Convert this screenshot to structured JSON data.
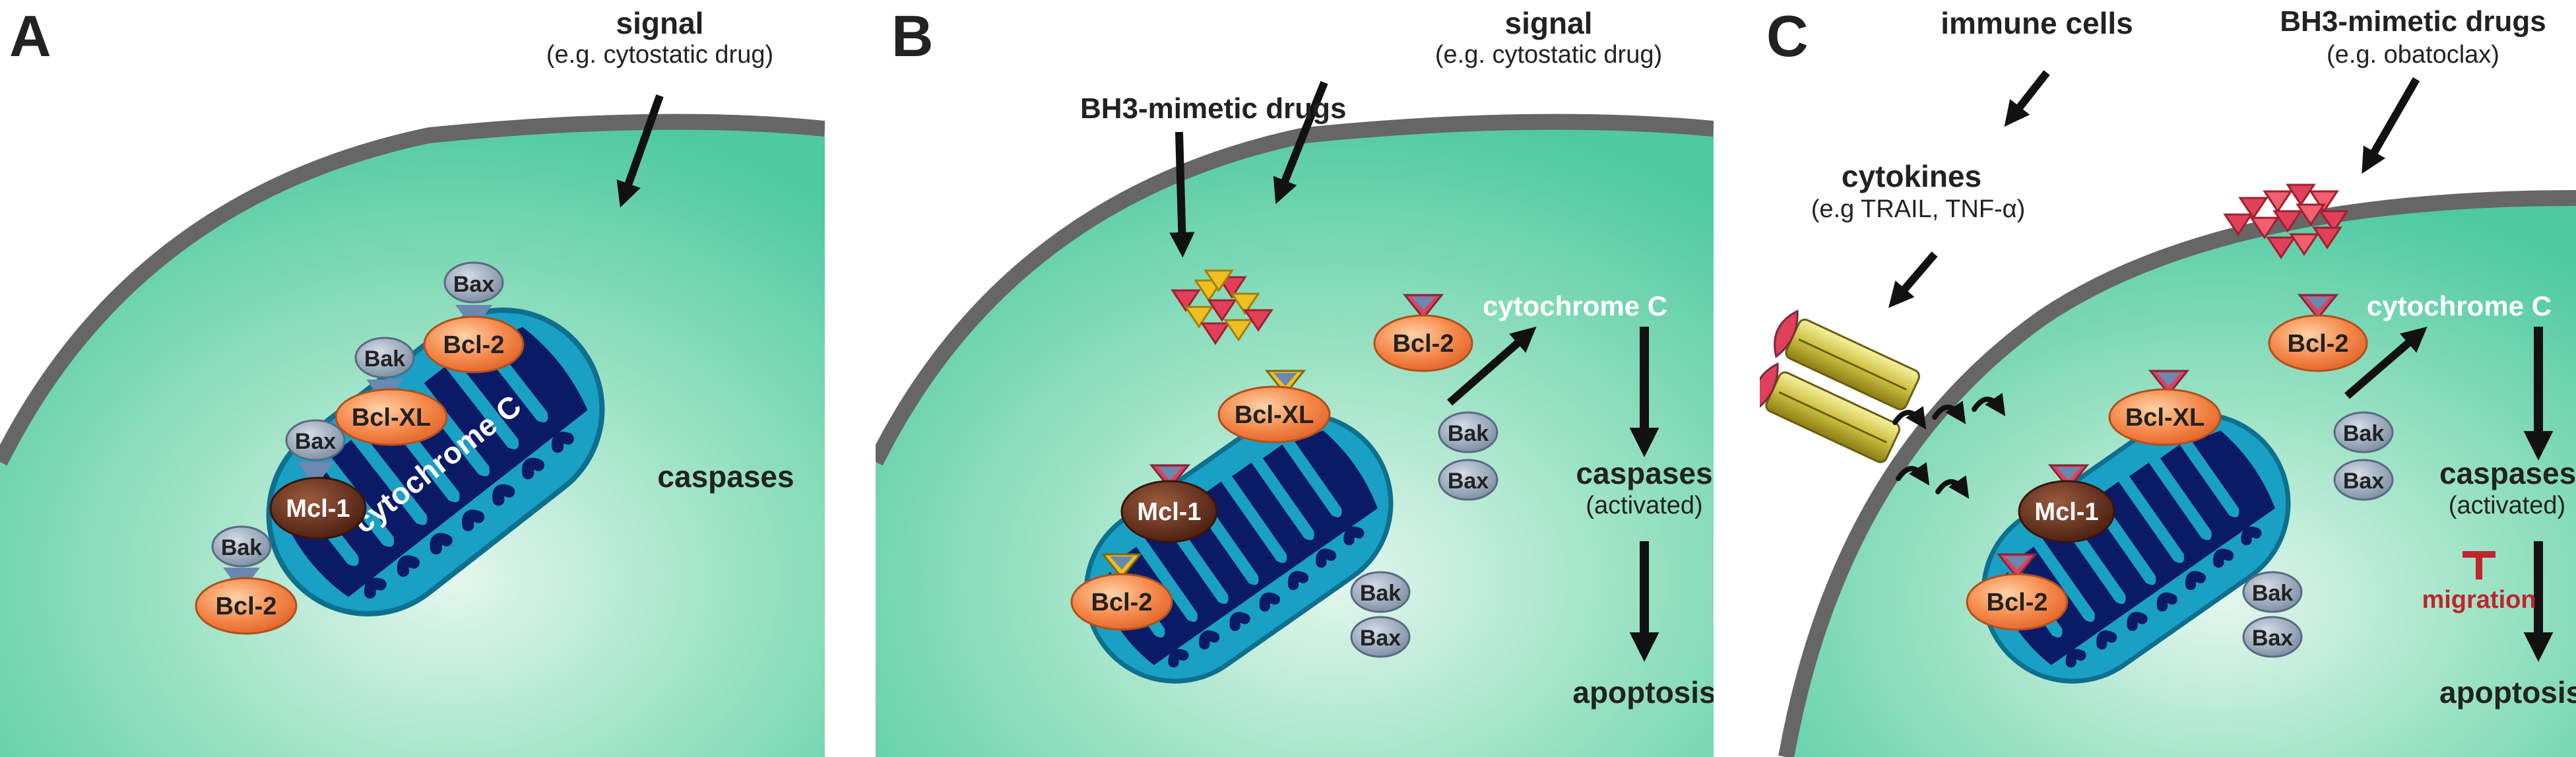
{
  "panels": {
    "a": {
      "label": "A",
      "signal": "signal",
      "signal_example": "(e.g. cytostatic drug)",
      "caspases": "caspases",
      "mito_text": "cytochrome C",
      "proteins": {
        "bcl2_top": "Bcl-2",
        "bclxl": "Bcl-XL",
        "mcl1": "Mcl-1",
        "bcl2_bottom": "Bcl-2"
      },
      "partners": {
        "bax_top": "Bax",
        "bak_xl": "Bak",
        "bax_mcl": "Bax",
        "bak_bottom": "Bak"
      }
    },
    "b": {
      "label": "B",
      "signal": "signal",
      "signal_example": "(e.g. cytostatic drug)",
      "drugs": "BH3-mimetic drugs",
      "cytc": "cytochrome C",
      "caspases": "caspases",
      "activated": "(activated)",
      "apoptosis": "apoptosis",
      "proteins": {
        "bcl2_top": "Bcl-2",
        "bclxl": "Bcl-XL",
        "mcl1": "Mcl-1",
        "bcl2_bottom": "Bcl-2"
      },
      "partners": {
        "bak1": "Bak",
        "bax1": "Bax",
        "bak2": "Bak",
        "bax2": "Bax"
      }
    },
    "c": {
      "label": "C",
      "immune": "immune cells",
      "drugs": "BH3-mimetic drugs",
      "drugs_example": "(e.g. obatoclax)",
      "cytokines": "cytokines",
      "cytokines_example": "(e.g TRAIL, TNF-α)",
      "cytc": "cytochrome C",
      "caspases": "caspases",
      "activated": "(activated)",
      "migration": "migration",
      "apoptosis": "apoptosis",
      "proteins": {
        "bcl2_top": "Bcl-2",
        "bclxl": "Bcl-XL",
        "mcl1": "Mcl-1",
        "bcl2_bottom": "Bcl-2"
      },
      "partners": {
        "bak1": "Bak",
        "bax1": "Bax",
        "bak2": "Bak",
        "bax2": "Bax"
      }
    }
  },
  "colors": {
    "cytoplasm": "#4ec9a0",
    "membrane": "#666666",
    "mitochondrion": "#1a8fb0",
    "matrix": "#0b1a66",
    "bcl2_family": "#f07a3a",
    "mcl1": "#5a2a1a",
    "bax_bak": "#8a9bb0",
    "drug_red": "#e0405a",
    "drug_yellow": "#f0c020",
    "migration": "#c0242c"
  }
}
